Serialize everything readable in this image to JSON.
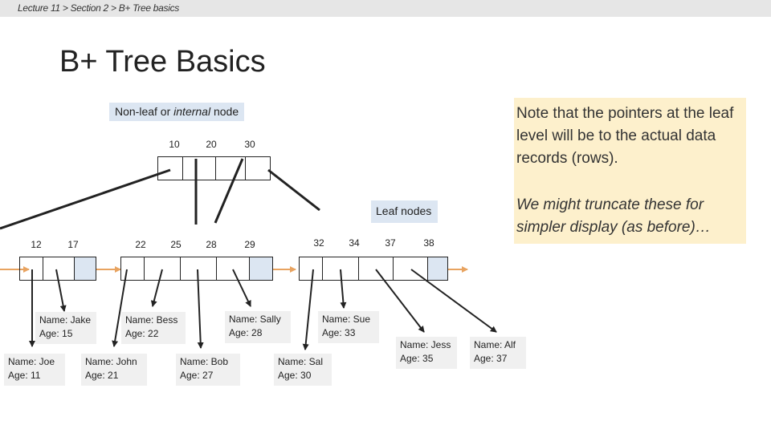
{
  "breadcrumb": "Lecture 11 > Section 2 > B+ Tree basics",
  "title": "B+ Tree Basics",
  "labels": {
    "internal_prefix": "Non-leaf or ",
    "internal_italic": "internal",
    "internal_suffix": " node",
    "leaf": "Leaf nodes"
  },
  "note": {
    "text": "Note that the pointers at the leaf level will be to the actual data records (rows).",
    "italic_text": "We might truncate these for simpler display (as before)…"
  },
  "internal_node": {
    "keys": [
      "10",
      "20",
      "30"
    ]
  },
  "leaf_nodes": [
    {
      "keys": [
        "12",
        "17"
      ]
    },
    {
      "keys": [
        "22",
        "25",
        "28",
        "29"
      ]
    },
    {
      "keys": [
        "32",
        "34",
        "37",
        "38"
      ]
    }
  ],
  "records": [
    {
      "name": "Name: Jake",
      "age": "Age: 15"
    },
    {
      "name": "Name: Joe",
      "age": "Age: 11"
    },
    {
      "name": "Name: John",
      "age": "Age: 21"
    },
    {
      "name": "Name: Bess",
      "age": "Age: 22"
    },
    {
      "name": "Name: Bob",
      "age": "Age: 27"
    },
    {
      "name": "Name: Sally",
      "age": "Age: 28"
    },
    {
      "name": "Name: Sal",
      "age": "Age: 30"
    },
    {
      "name": "Name: Sue",
      "age": "Age: 33"
    },
    {
      "name": "Name: Jess",
      "age": "Age: 35"
    },
    {
      "name": "Name: Alf",
      "age": "Age: 37"
    }
  ],
  "colors": {
    "highlight": "#dce6f2",
    "note_bg": "#fdf0cc",
    "arrow_orange": "#e8a360",
    "record_bg": "#f0f0f0"
  }
}
